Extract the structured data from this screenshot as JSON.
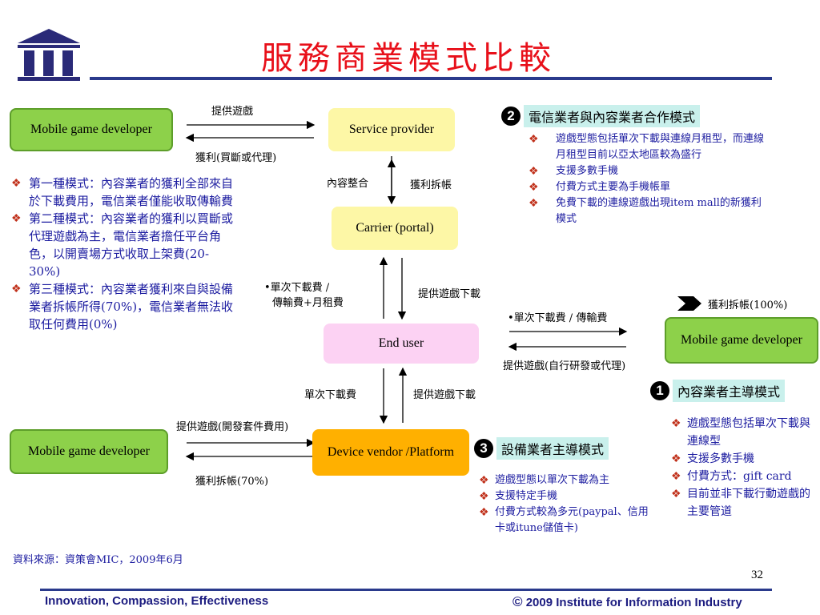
{
  "title": "服務商業模式比較",
  "page_number": "32",
  "footer": {
    "left": "Innovation, Compassion, Effectiveness",
    "copyright_mark": "©",
    "right": "2009 Institute for Information Industry"
  },
  "source_note": "資料來源：資策會MIC，2009年6月",
  "nodes": {
    "dev_top": "Mobile game developer",
    "service_provider": "Service  provider",
    "carrier": "Carrier (portal)",
    "end_user": "End user",
    "dev_right": "Mobile game developer",
    "dev_bottom": "Mobile game developer",
    "device_vendor": "Device vendor /Platform"
  },
  "edge_labels": {
    "top_provide": "提供遊戲",
    "top_profit": "獲利(買斷或代理)",
    "content_integration": "內容整合",
    "profit_split": "獲利拆帳",
    "fee_left_1": "•單次下載費 /",
    "fee_left_2": "傳輸費+月租費",
    "provide_download_1": "提供遊戲下載",
    "right_fee": "•單次下載費 / 傳輸費",
    "right_provide": "提供遊戲(自行研發或代理)",
    "right_profit": "獲利拆帳(100%)",
    "single_fee": "單次下載費",
    "provide_download_2": "提供遊戲下載",
    "bottom_provide": "提供遊戲(開發套件費用)",
    "bottom_profit": "獲利拆帳(70%)"
  },
  "left_bullets": [
    "第一種模式：內容業者的獲利全部來自於下載費用，電信業者僅能收取傳輸費",
    "第二種模式：內容業者的獲利以買斷或代理遊戲為主，電信業者擔任平台角色，以開賣場方式收取上架費(20-30%)",
    "第三種模式：內容業者獲利來自與設備業者拆帳所得(70%)，電信業者無法收取任何費用(0%)"
  ],
  "model2": {
    "num": "2",
    "title": "電信業者與內容業者合作模式",
    "bullets": [
      "遊戲型態包括單次下載與連線月租型，而連線月租型目前以亞太地區較為盛行",
      "支援多數手機",
      "付費方式主要為手機帳單",
      "免費下載的連線遊戲出現item mall的新獲利模式"
    ]
  },
  "model1": {
    "num": "1",
    "title": "內容業者主導模式",
    "bullets": [
      "遊戲型態包括單次下載與連線型",
      "支援多數手機",
      "付費方式：gift card",
      "目前並非下載行動遊戲的主要管道"
    ]
  },
  "model3": {
    "num": "3",
    "title": "設備業者主導模式",
    "bullets": [
      "遊戲型態以單次下載為主",
      "支援特定手機",
      "付費方式較為多元(paypal、信用卡或itune儲值卡)"
    ]
  },
  "colors": {
    "title": "#e8101a",
    "rule": "#2a3a8c",
    "bullet_text": "#1c1ca0",
    "green": "#8dd14a",
    "yellow": "#fdf7a6",
    "pink": "#fcd2f3",
    "orange": "#ffb000",
    "header_bg": "#c9f0ec"
  }
}
